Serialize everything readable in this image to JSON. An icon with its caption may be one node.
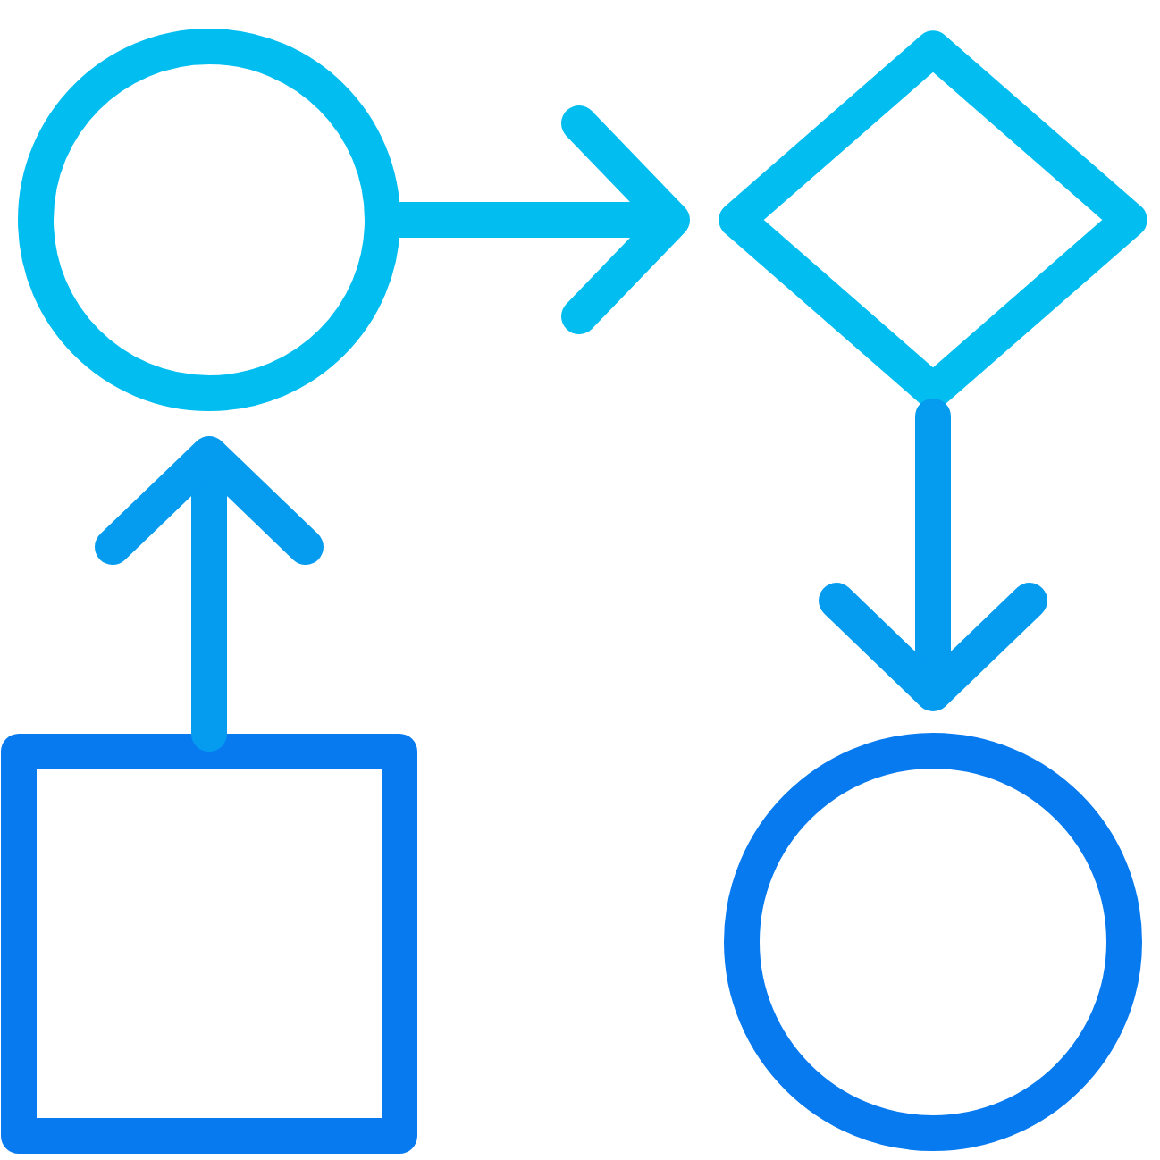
{
  "diagram": {
    "nodes": [
      {
        "text": [],
        "shape": "circle"
      },
      {
        "text": [],
        "shape": "diamond"
      },
      {
        "text": [],
        "shape": "box"
      },
      {
        "text": [],
        "shape": "circle"
      }
    ],
    "edges": [
      {
        "from": 2,
        "to": 0,
        "arrow": "to"
      },
      {
        "from": 0,
        "to": 1,
        "arrow": "to"
      },
      {
        "from": 1,
        "to": 3,
        "arrow": "to"
      }
    ]
  }
}
